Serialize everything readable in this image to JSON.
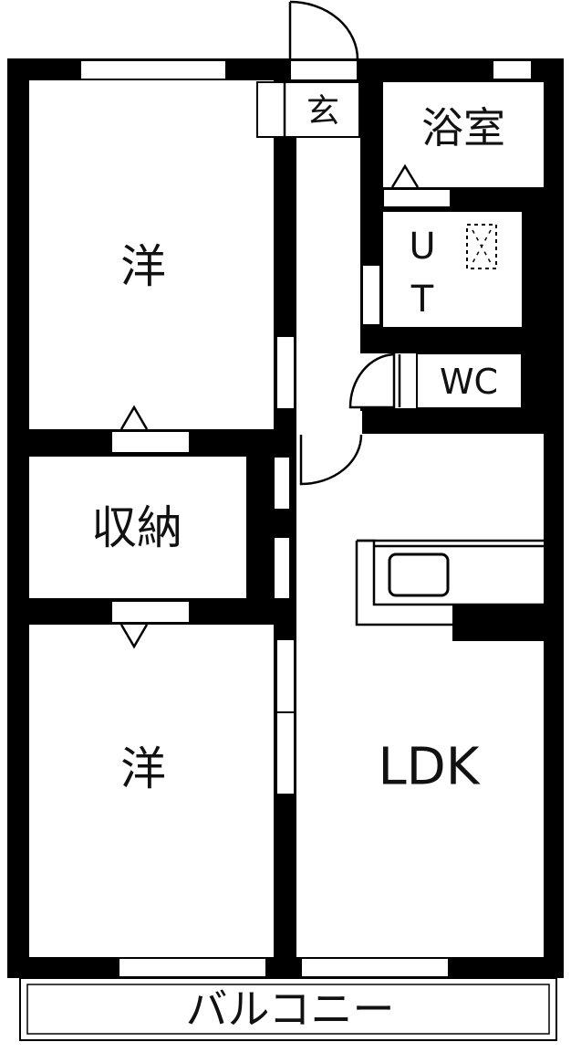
{
  "floor_plan": {
    "rooms": {
      "western_room_1": "洋",
      "storage": "収納",
      "western_room_2": "洋",
      "ldk": "LDK",
      "entrance": "玄",
      "bathroom": "浴室",
      "utility_u": "U",
      "utility_t": "T",
      "wc": "WC",
      "balcony": "バルコニー"
    },
    "colors": {
      "wall": "#000000",
      "floor": "#ffffff"
    }
  }
}
